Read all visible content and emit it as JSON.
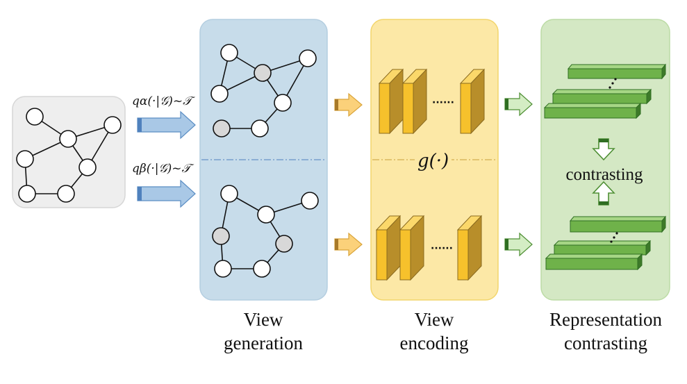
{
  "top_view_label": "qα(·|𝒢)~𝒯",
  "bottom_view_label": "qβ(·|𝒢)~𝒯",
  "encoder_label": "g(·)",
  "ellipsis": "······",
  "contrast_label": "contrasting",
  "stage_labels": {
    "view_generation": [
      "View",
      "generation"
    ],
    "view_encoding": [
      "View",
      "encoding"
    ],
    "representation_contrasting": [
      "Representation",
      "contrasting"
    ]
  },
  "colors": {
    "input_panel": "#eeeeee",
    "generation_panel": "#c7dcea",
    "encoding_panel": "#fce8a6",
    "contrast_panel": "#d4e8c4",
    "encoder_block": "#f6c12c",
    "encoder_block_dark": "#b88e2a",
    "rep_bar": "#6fb24a",
    "rep_bar_dark": "#3d7a29",
    "blue_arrow": "#a9c8e6",
    "node_gray": "#d8d8d8"
  }
}
